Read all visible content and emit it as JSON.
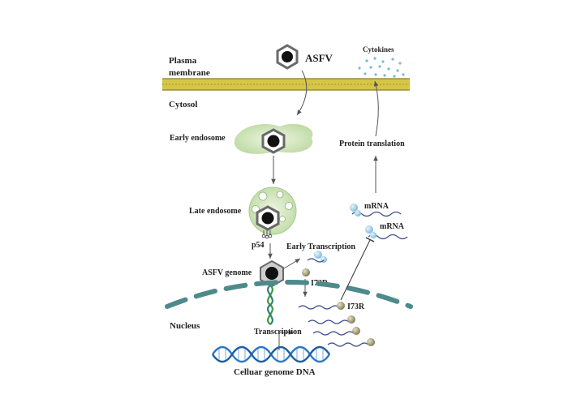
{
  "labels": {
    "plasma_membrane_line1": "Plasma",
    "plasma_membrane_line2": "membrane",
    "asfv": "ASFV",
    "cytokines": "Cytokines",
    "cytosol": "Cytosol",
    "early_endosome": "Early endosome",
    "protein_translation": "Protein translation",
    "late_endosome": "Late endosome",
    "mrna_1": "mRNA",
    "mrna_2": "mRNA",
    "p54": "p54",
    "early_transcription": "Early Transcription",
    "asfv_genome": "ASFV genome",
    "i73r_1": "I73R",
    "i73r_2": "I73R",
    "nucleus": "Nucleus",
    "transcription": "Transcription",
    "cellular_genome_dna": "Celluar genome DNA"
  },
  "colors": {
    "membrane": "#d9c84a",
    "membrane_dark": "#8c7f1e",
    "virion_core": "#111111",
    "virion_capsid": "#8a8a8a",
    "endosome_early": "#cfe3b7",
    "endosome_late": "#c3deb0",
    "nuclear_envelope": "#4f8a8b",
    "rna_strand": "#3c4f8f",
    "protein_ball": "#9a9472",
    "ribosome": "#8ec5e0",
    "dna_blue": "#2b78c4",
    "dna_green": "#3e9b3c",
    "cytokine_dot": "#7cb7d6",
    "arrow": "#555555"
  }
}
